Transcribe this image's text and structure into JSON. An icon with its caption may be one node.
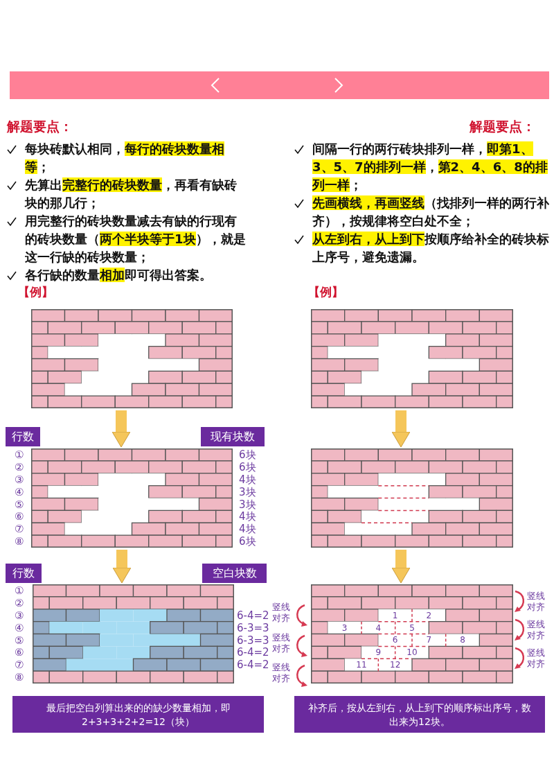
{
  "diagram": {
    "nodes": [
      {
        "text": [],
        "shape": "picture"
      },
      {
        "text": [],
        "shape": "picture"
      },
      {
        "text": [
          "行数"
        ]
      },
      {
        "text": [
          "现有块数"
        ]
      },
      {
        "text": [],
        "shape": "picture"
      },
      {
        "text": [],
        "shape": "picture"
      },
      {
        "text": [
          "行数"
        ]
      },
      {
        "text": [
          "空白块数"
        ]
      },
      {
        "text": [],
        "shape": "picture"
      },
      {
        "text": [],
        "shape": "picture"
      },
      {
        "text": [
          "最后把空白列算出来的的缺少数量相加，即2+3+3+2+2=12（块）"
        ]
      },
      {
        "text": [
          "补齐后，按从左到右，从上到下的顺序标出序号，数出来为12块。"
        ]
      }
    ],
    "edges": [
      {
        "from": 0,
        "to": 4,
        "arrow": "to"
      },
      {
        "from": 1,
        "to": 5,
        "arrow": "to"
      },
      {
        "from": 4,
        "to": 8,
        "arrow": "to"
      },
      {
        "from": 5,
        "to": 9,
        "arrow": "to"
      }
    ],
    "labels": [
      "解题要点：",
      "每块砖默认相同，**每行的砖块数量相等**；",
      "先算出**完整行的砖块数量**，再看有缺砖块的那几行；",
      "用完整行的砖块数量减去有缺的行现有的砖块数量（**两个半块等于1块**），就是这一行缺的砖块数量；",
      "各行缺的数量**相加**即可得出答案。",
      "解题要点：",
      "间隔一行的两行砖块排列一样，**即第1、3、5、7的排列一样**，**第2、4、6、8的排列一样**；",
      "**先画横线，再画竖线**（找排列一样的两行补齐），按规律将空白处不全；",
      "**从左到右，从上到下**按顺序给补全的砖块标上序号，避免遗漏。",
      "【例】",
      "【例】",
      "①",
      "6块",
      "②",
      "6块",
      "③",
      "4块",
      "④",
      "3块",
      "⑤",
      "3块",
      "⑥",
      "4块",
      "⑦",
      "4块",
      "⑧",
      "6块",
      "①",
      "②",
      "③",
      "④",
      "⑤",
      "⑥",
      "⑦",
      "⑧",
      "6-4=2",
      "6-3=3",
      "6-3=3",
      "6-4=2",
      "6-4=2",
      "竖线对齐",
      "竖线对齐",
      "竖线对齐",
      "竖线对齐",
      "竖线对齐",
      "竖线对齐",
      "1",
      "2",
      "3",
      "4",
      "5",
      "6",
      "7",
      "8",
      "9",
      "10",
      "11",
      "12"
    ]
  }
}
